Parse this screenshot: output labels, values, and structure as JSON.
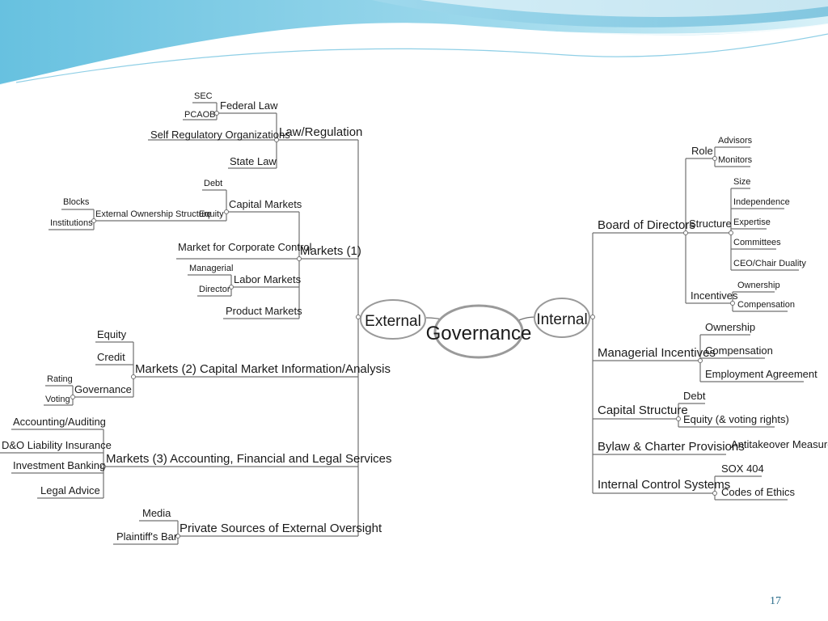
{
  "slide": {
    "page_number": "17"
  },
  "center": {
    "label": "Governance"
  },
  "external": {
    "label": "External",
    "law": {
      "label": "Law/Regulation",
      "federal": {
        "label": "Federal Law",
        "items": [
          "SEC",
          "PCAOB"
        ]
      },
      "self_regulatory": "Self Regulatory Organizations",
      "state": "State Law"
    },
    "markets1": {
      "label": "Markets (1)",
      "capital": {
        "label": "Capital Markets",
        "debt": "Debt",
        "equity": "Equity"
      },
      "ownership": {
        "label": "External Ownership Structure",
        "items": [
          "Blocks",
          "Institutions"
        ]
      },
      "corporate_control": "Market for Corporate Control",
      "labor": {
        "label": "Labor Markets",
        "items": [
          "Managerial",
          "Director"
        ]
      },
      "product": "Product Markets"
    },
    "markets2": {
      "label": "Markets (2) Capital Market Information/Analysis",
      "equity": "Equity",
      "credit": "Credit",
      "governance": {
        "label": "Governance",
        "items": [
          "Rating",
          "Voting"
        ]
      }
    },
    "markets3": {
      "label": "Markets (3) Accounting, Financial and Legal Services",
      "items": [
        "Accounting/Auditing",
        "D&O Liability Insurance",
        "Investment Banking",
        "Legal Advice"
      ]
    },
    "private": {
      "label": "Private Sources of External Oversight",
      "items": [
        "Media",
        "Plaintiff's Bar"
      ]
    }
  },
  "internal": {
    "label": "Internal",
    "board": {
      "label": "Board of Directors",
      "role": {
        "label": "Role",
        "items": [
          "Advisors",
          "Monitors"
        ]
      },
      "structure": {
        "label": "Structure",
        "items": [
          "Size",
          "Independence",
          "Expertise",
          "Committees",
          "CEO/Chair Duality"
        ]
      },
      "incentives": {
        "label": "Incentives",
        "items": [
          "Ownership",
          "Compensation"
        ]
      }
    },
    "managerial": {
      "label": "Managerial Incentives",
      "items": [
        "Ownership",
        "Compensation",
        "Employment Agreement"
      ]
    },
    "capital_structure": {
      "label": "Capital Structure",
      "items": [
        "Debt",
        "Equity (& voting rights)"
      ]
    },
    "bylaw": {
      "label": "Bylaw & Charter Provisions",
      "items": [
        "Antitakeover Measures"
      ]
    },
    "control": {
      "label": "Internal Control Systems",
      "items": [
        "SOX 404",
        "Codes of Ethics"
      ]
    }
  },
  "colors": {
    "wave_dark": "#5fb8d9",
    "wave_light": "#bfe6f2",
    "line": "#707070",
    "page_number": "#2a6c8a"
  }
}
